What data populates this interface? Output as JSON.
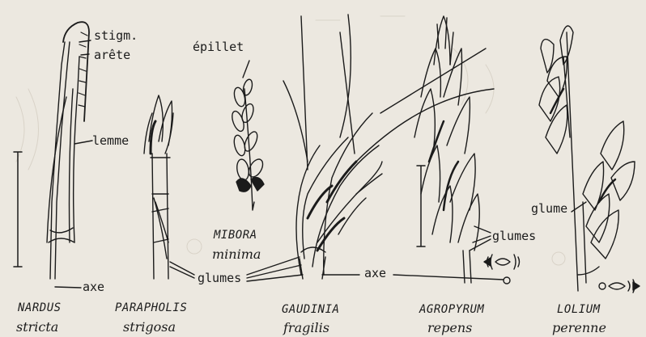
{
  "labels": {
    "stigm": "stigm.",
    "arete": "arête",
    "lemme": "lemme",
    "epillet": "épillet",
    "axe_left": "axe",
    "glumes_mid": "glumes",
    "axe_right": "axe",
    "glumes_right": "glumes",
    "glume": "glume"
  },
  "taxa": [
    {
      "genus": "NARDUS",
      "species": "stricta"
    },
    {
      "genus": "PARAPHOLIS",
      "species": "strigosa"
    },
    {
      "genus": "MIBORA",
      "species": "minima"
    },
    {
      "genus": "GAUDINIA",
      "species": "fragilis"
    },
    {
      "genus": "AGROPYRUM",
      "species": "repens"
    },
    {
      "genus": "LOLIUM",
      "species": "perenne"
    }
  ],
  "colors": {
    "ink": "#1b1b1b",
    "paper": "#ece8e0"
  }
}
